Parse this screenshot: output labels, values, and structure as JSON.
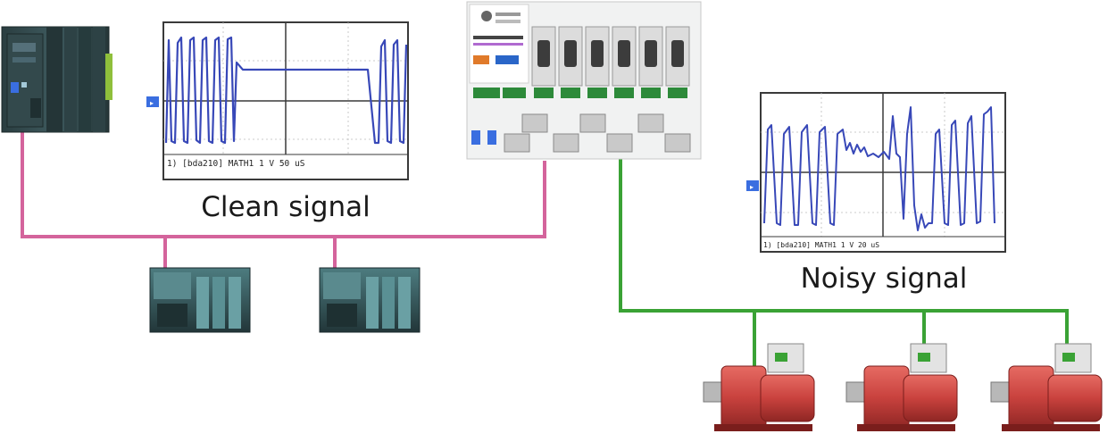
{
  "diagram": {
    "captions": {
      "clean": "Clean signal",
      "noisy": "Noisy signal"
    },
    "clean_scope": {
      "readout": "1) [bda210] MATH1  1 V    50 uS"
    },
    "noisy_scope": {
      "readout": "1) [bda210] MATH1  1 V   20 uS"
    },
    "colors": {
      "clean_bus": "#d4649c",
      "noisy_bus": "#3aa235",
      "trace": "#3848b8",
      "scope_grid": "#3a3a3a",
      "device_dark": "#2f4a4f",
      "device_teal": "#3d6e73",
      "motor_red": "#c9423e",
      "hub_body": "#f1f2f2"
    },
    "icons": {
      "plc": "plc-controller-icon",
      "io_module": "io-module-icon",
      "hub": "repeater-hub-icon",
      "motor": "gear-motor-icon"
    }
  }
}
